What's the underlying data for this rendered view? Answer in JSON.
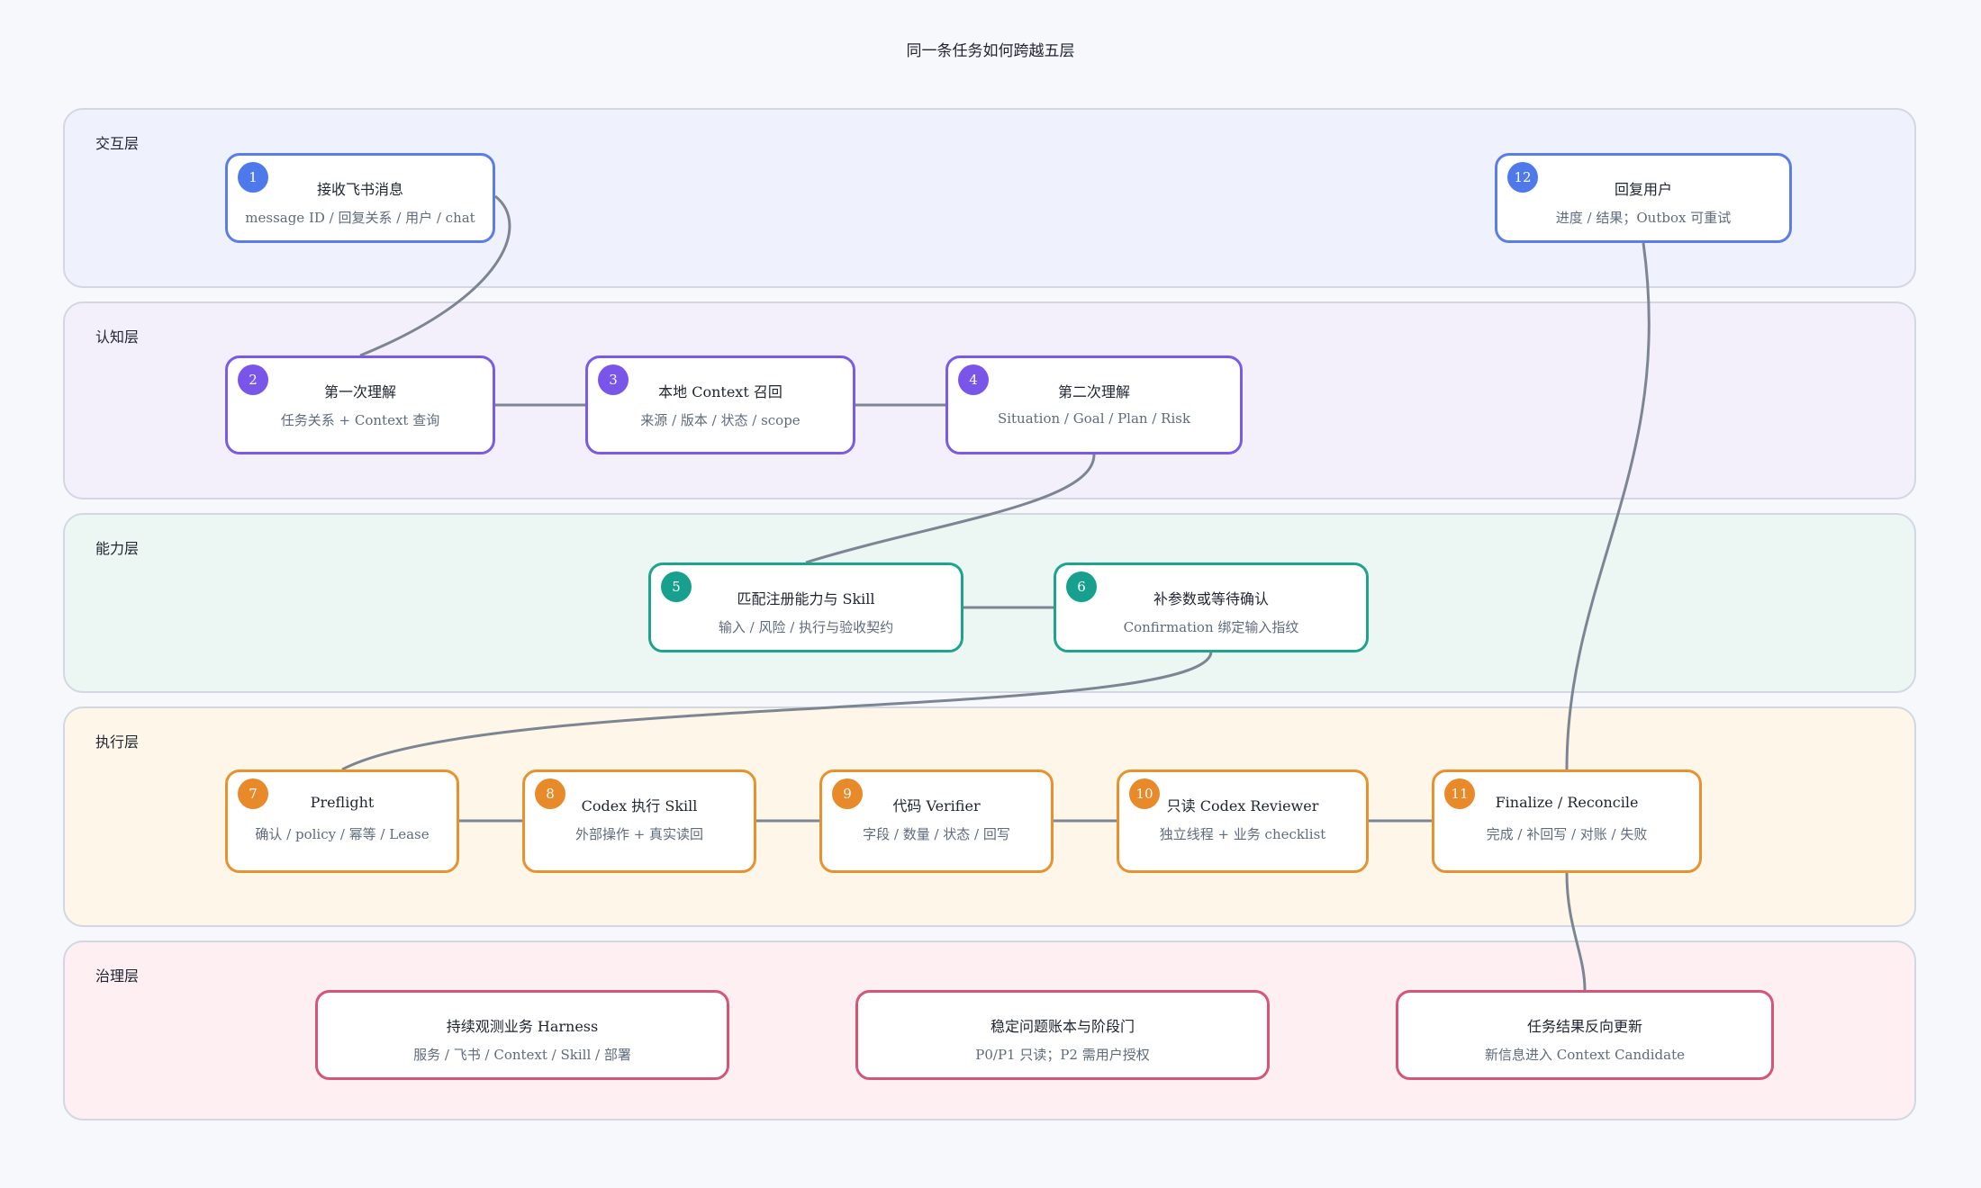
{
  "title": "同一条任务如何跨越五层",
  "colors": {
    "interaction": "#5a7de6",
    "cognition": "#7b5be6",
    "capability": "#1fa38f",
    "execution": "#e8922f",
    "governance": "#d45577",
    "connector": "#7d8593"
  },
  "lanes": {
    "interaction": "交互层",
    "cognition": "认知层",
    "capability": "能力层",
    "execution": "执行层",
    "governance": "治理层"
  },
  "nodes": {
    "n1": {
      "num": "1",
      "title": "接收飞书消息",
      "sub": "message ID / 回复关系 / 用户 / chat"
    },
    "n2": {
      "num": "2",
      "title": "第一次理解",
      "sub": "任务关系 + Context 查询"
    },
    "n3": {
      "num": "3",
      "title": "本地 Context 召回",
      "sub": "来源 / 版本 / 状态 / scope"
    },
    "n4": {
      "num": "4",
      "title": "第二次理解",
      "sub": "Situation / Goal / Plan / Risk"
    },
    "n5": {
      "num": "5",
      "title": "匹配注册能力与 Skill",
      "sub": "输入 / 风险 / 执行与验收契约"
    },
    "n6": {
      "num": "6",
      "title": "补参数或等待确认",
      "sub": "Confirmation 绑定输入指纹"
    },
    "n7": {
      "num": "7",
      "title": "Preflight",
      "sub": "确认 / policy / 幂等 / Lease"
    },
    "n8": {
      "num": "8",
      "title": "Codex 执行 Skill",
      "sub": "外部操作 + 真实读回"
    },
    "n9": {
      "num": "9",
      "title": "代码 Verifier",
      "sub": "字段 / 数量 / 状态 / 回写"
    },
    "n10": {
      "num": "10",
      "title": "只读 Codex Reviewer",
      "sub": "独立线程 + 业务 checklist"
    },
    "n11": {
      "num": "11",
      "title": "Finalize / Reconcile",
      "sub": "完成 / 补回写 / 对账 / 失败"
    },
    "n12": {
      "num": "12",
      "title": "回复用户",
      "sub": "进度 / 结果；Outbox 可重试"
    },
    "g1": {
      "title": "持续观测业务 Harness",
      "sub": "服务 / 飞书 / Context / Skill / 部署"
    },
    "g2": {
      "title": "稳定问题账本与阶段门",
      "sub": "P0/P1 只读；P2 需用户授权"
    },
    "g3": {
      "title": "任务结果反向更新",
      "sub": "新信息进入 Context Candidate"
    }
  }
}
